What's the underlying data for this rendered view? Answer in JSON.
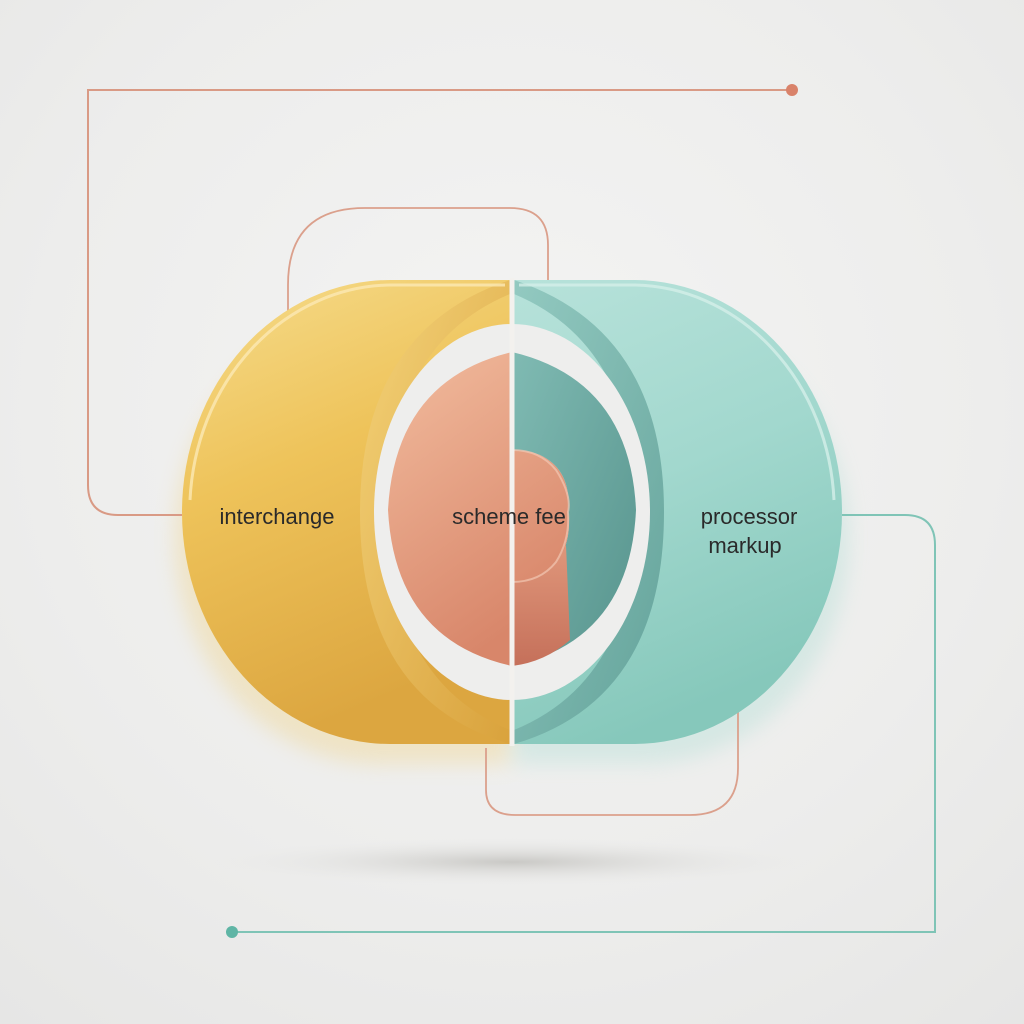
{
  "labels": {
    "interchange": "interchange",
    "scheme_fee": "scheme fee",
    "processor_markup_line1": "processor",
    "processor_markup_line2": "markup"
  },
  "colors": {
    "gold": "#e6b84e",
    "coral": "#e3957a",
    "teal": "#8fcdc2",
    "connector_coral": "#d99a85",
    "connector_teal": "#7fc4b6"
  }
}
